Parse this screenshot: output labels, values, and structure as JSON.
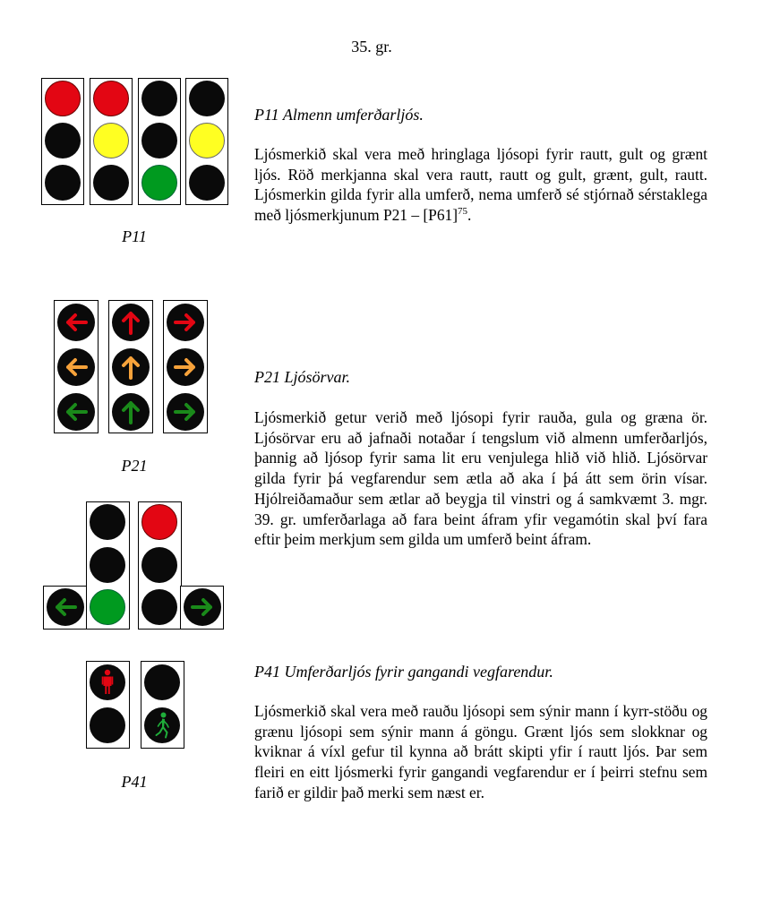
{
  "page": {
    "heading": "35. gr."
  },
  "p11": {
    "caption": "P11",
    "title": "P11 Almenn umferðarljós.",
    "text_before_sup": "Ljósmerkið skal vera með hringlaga ljósopi fyrir rautt, gult og grænt ljós. Röð merkjanna skal vera rautt, rautt og gult, grænt, gult, rautt. Ljósmerkin gilda fyrir alla umferð, nema umferð sé stjórnað sérstaklega með ljósmerkjunum P21 – [P61]",
    "footnote": "75",
    "text_after_sup": ".",
    "colors": {
      "red": "#e30613",
      "yellow": "#ffff22",
      "green": "#009a1f",
      "off": "#0a0a0a"
    }
  },
  "p21": {
    "caption": "P21",
    "title": "P21 Ljósörvar.",
    "text": "Ljósmerkið getur verið með ljósopi fyrir rauða, gula og græna ör. Ljósörvar eru að jafnaði notaðar í tengslum við almenn umferðarljós, þannig að ljósop fyrir sama lit eru venjulega hlið við hlið. Ljósörvar gilda fyrir þá vegfarendur sem ætla að aka í þá átt sem örin vísar. Hjólreiðamaður sem ætlar að beygja til vinstri og á samkvæmt 3. mgr. 39. gr. umferðarlaga að fara beint áfram yfir vegamótin skal því fara eftir þeim merkjum sem gilda um umferð beint áfram.",
    "arrow_colors": {
      "red": "#e30613",
      "amber": "#f7a23a",
      "green": "#1a8a1a"
    }
  },
  "p41": {
    "caption": "P41",
    "title": "P41 Umferðarljós fyrir gangandi vegfarendur.",
    "text": "Ljósmerkið skal vera með rauðu ljósopi sem sýnir mann í kyrr-stöðu og grænu ljósopi sem sýnir mann á göngu. Grænt ljós sem slokknar og kviknar á víxl gefur til kynna að brátt skipti yfir í rautt ljós. Þar sem fleiri en eitt ljósmerki fyrir gangandi vegfarendur er í þeirri stefnu sem farið er gildir það merki sem næst er."
  }
}
